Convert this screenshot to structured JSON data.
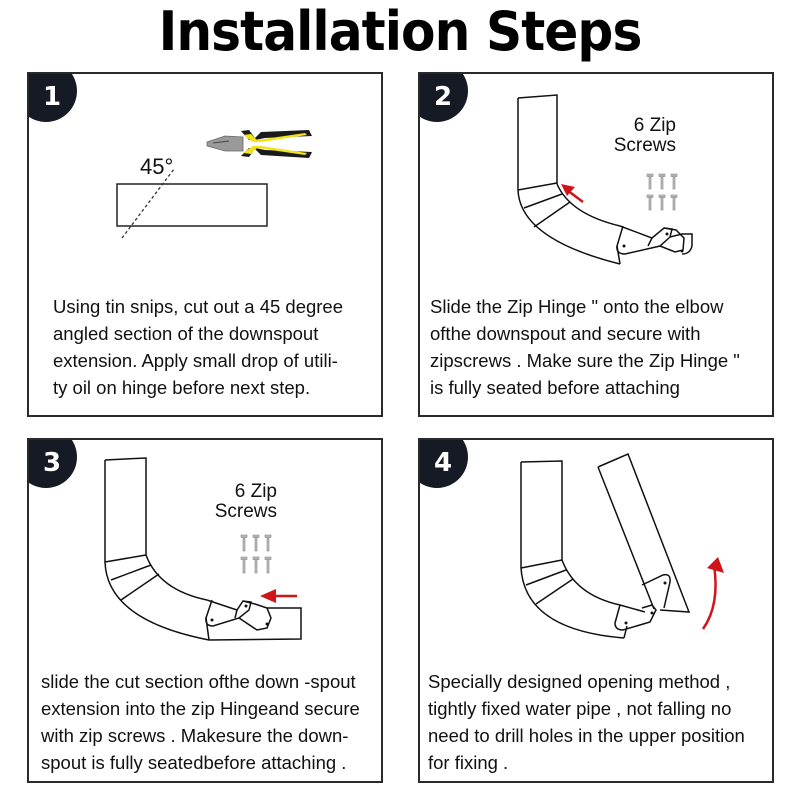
{
  "title": "Installation Steps",
  "steps": [
    {
      "number": "1",
      "angle_label": "45°",
      "tool": "pliers-icon",
      "description_lines": [
        "Using tin snips, cut out a 45 degree",
        "angled section of the downspout",
        "extension. Apply small drop of utili-",
        "ty oil on hinge before next step."
      ]
    },
    {
      "number": "2",
      "screws_label_line1": "6 Zip",
      "screws_label_line2": "Screws",
      "description_lines": [
        "Slide the Zip Hinge \" onto the elbow",
        "ofthe downspout and secure with",
        "zipscrews . Make sure the Zip Hinge \"",
        "is fully seated before attaching"
      ]
    },
    {
      "number": "3",
      "screws_label_line1": "6 Zip",
      "screws_label_line2": "Screws",
      "description_lines": [
        "slide the cut section ofthe down -spout",
        "extension into the zip Hingeand secure",
        "with zip screws . Makesure the down-",
        "spout is fully seatedbefore attaching ."
      ]
    },
    {
      "number": "4",
      "description_lines": [
        "Specially designed opening method ,",
        "tightly fixed water pipe , not falling no",
        "need to drill holes in the upper position",
        "for fixing ."
      ]
    }
  ],
  "colors": {
    "badge": "#161a24",
    "arrow": "#d0141a",
    "pliers_yellow": "#f2e21c",
    "border": "#2a2a2a"
  }
}
